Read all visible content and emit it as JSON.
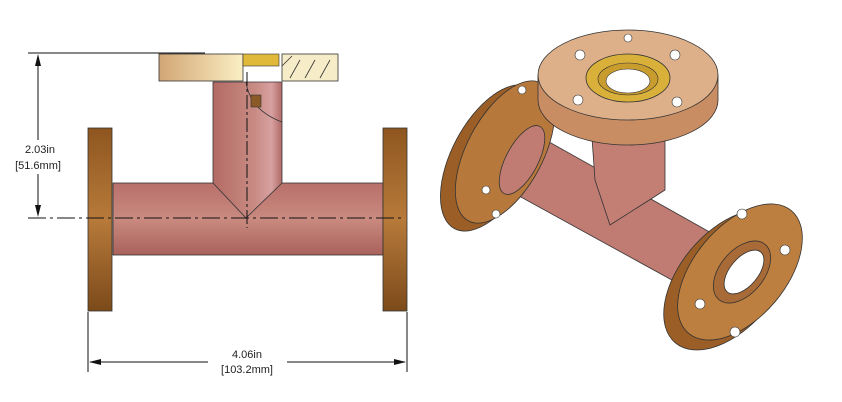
{
  "dimensions": {
    "height_in": "2.03in",
    "height_mm": "[51.6mm]",
    "width_in": "4.06in",
    "width_mm": "[103.2mm]"
  },
  "colors": {
    "pipe": "#c57f72",
    "flange": "#a8692f",
    "top_flange": "#e8c79a",
    "gasket": "#d9b13a"
  }
}
